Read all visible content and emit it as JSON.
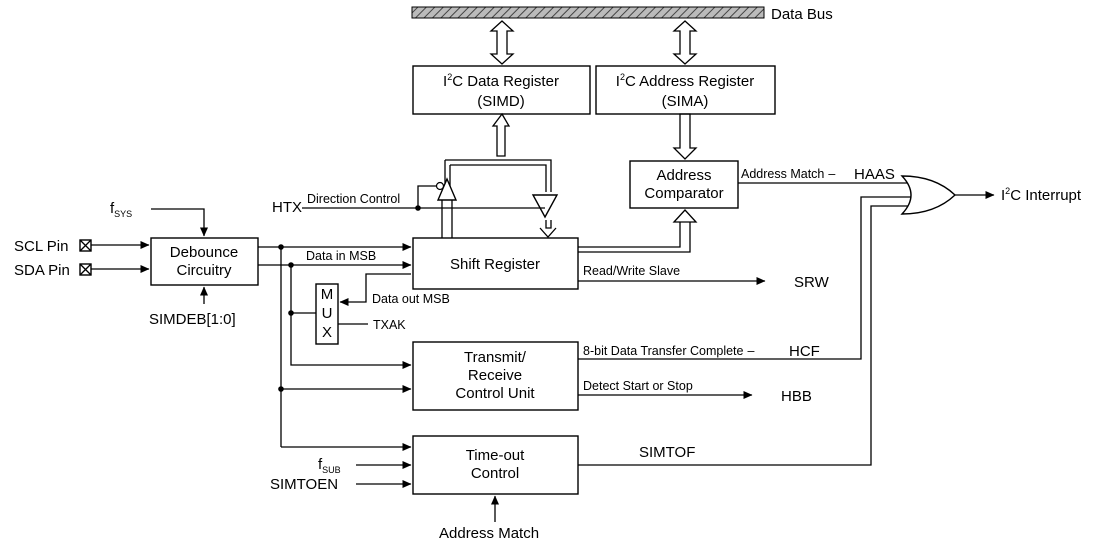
{
  "data_bus_label": "Data Bus",
  "blocks": {
    "simd": {
      "line1_pre": "I",
      "line1_sup": "2",
      "line1_post": "C Data Register",
      "line2": "(SIMD)"
    },
    "sima": {
      "line1_pre": "I",
      "line1_sup": "2",
      "line1_post": "C Address Register",
      "line2": "(SIMA)"
    },
    "comparator": {
      "line1": "Address",
      "line2": "Comparator"
    },
    "shift_register": {
      "label": "Shift Register"
    },
    "debounce": {
      "line1": "Debounce",
      "line2": "Circuitry"
    },
    "mux": {
      "letters": [
        "M",
        "U",
        "X"
      ]
    },
    "trx": {
      "line1": "Transmit/",
      "line2": "Receive",
      "line3": "Control Unit"
    },
    "timeout": {
      "line1": "Time-out",
      "line2": "Control"
    }
  },
  "inputs": {
    "fsys": {
      "main": "f",
      "sub": "SYS"
    },
    "scl": "SCL Pin",
    "sda": "SDA Pin",
    "simdeb": "SIMDEB[1:0]",
    "htx": "HTX",
    "fsub": {
      "main": "f",
      "sub": "SUB"
    },
    "simtoen": "SIMTOEN",
    "address_match_bottom": "Address Match"
  },
  "signals": {
    "direction_control": "Direction Control",
    "data_in_msb": "Data in MSB",
    "data_out_msb": "Data out MSB",
    "txak": "TXAK",
    "address_match": "Address Match",
    "haas": "HAAS",
    "read_write_slave": "Read/Write Slave",
    "srw": "SRW",
    "transfer_complete": "8-bit Data Transfer Complete",
    "hcf": "HCF",
    "detect_start_stop": "Detect Start or Stop",
    "hbb": "HBB",
    "simtof": "SIMTOF",
    "dash": "–"
  },
  "output": {
    "pre": "I",
    "sup": "2",
    "post": "C Interrupt"
  },
  "colors": {
    "line": "#000000",
    "bus_hatch": "#555555",
    "background": "#ffffff"
  }
}
